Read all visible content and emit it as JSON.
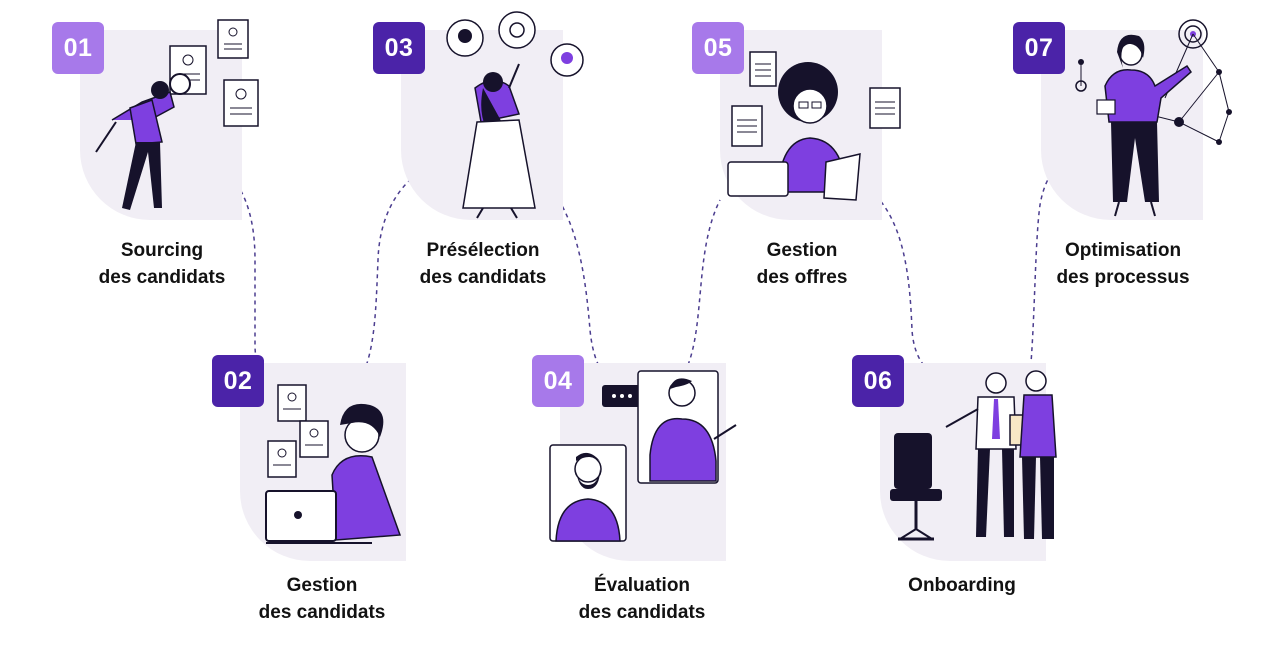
{
  "colors": {
    "accent_dark": "#4b23a8",
    "accent_light": "#a779ea",
    "accent_mid": "#7e3fe0",
    "panel": "#f1eef5",
    "ink": "#16122b",
    "text": "#121212"
  },
  "steps": [
    {
      "number": "01",
      "title_line1": "Sourcing",
      "title_line2": "des candidats",
      "icon": "magnifier-resume-icon"
    },
    {
      "number": "02",
      "title_line1": "Gestion",
      "title_line2": "des candidats",
      "icon": "laptop-documents-icon"
    },
    {
      "number": "03",
      "title_line1": "Présélection",
      "title_line2": "des candidats",
      "icon": "profile-selection-icon"
    },
    {
      "number": "04",
      "title_line1": "Évaluation",
      "title_line2": "des candidats",
      "icon": "phone-interview-icon"
    },
    {
      "number": "05",
      "title_line1": "Gestion",
      "title_line2": "des offres",
      "icon": "job-offer-documents-icon"
    },
    {
      "number": "06",
      "title_line1": "Onboarding",
      "title_line2": "",
      "icon": "handshake-chair-icon"
    },
    {
      "number": "07",
      "title_line1": "Optimisation",
      "title_line2": "des processus",
      "icon": "network-optimization-icon"
    }
  ]
}
